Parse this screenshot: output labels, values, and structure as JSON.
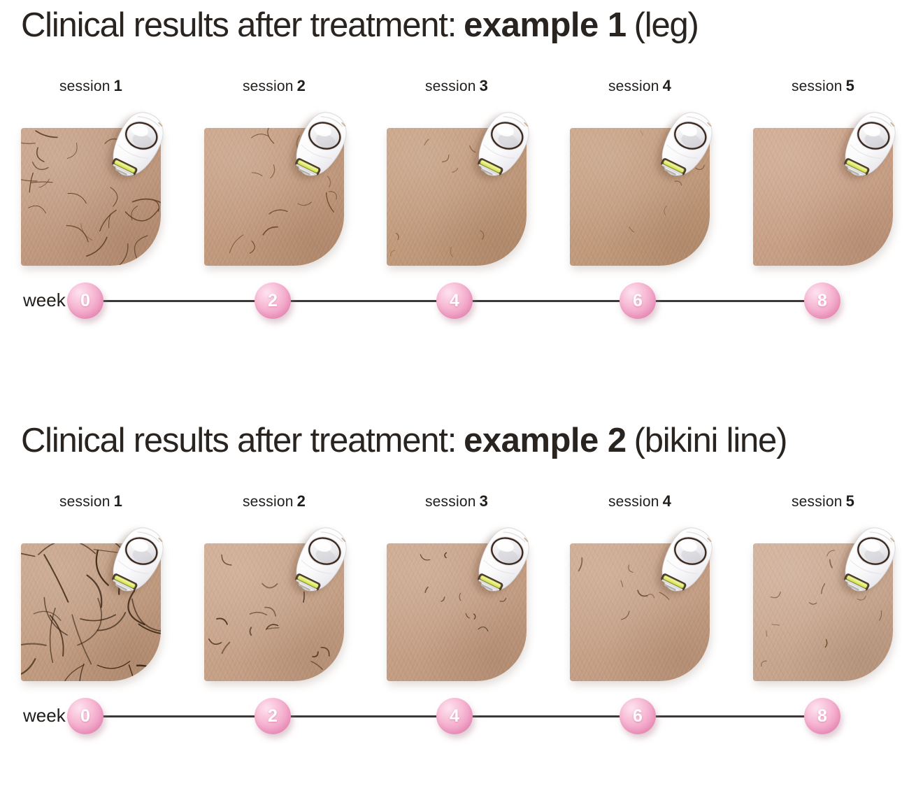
{
  "page": {
    "background": "#ffffff"
  },
  "colors": {
    "text": "#29241f",
    "timeline_line": "#3c3836",
    "ball_base": "#f2a6c9",
    "ball_highlight": "#fde3ef",
    "ball_edge": "#e687b4",
    "ball_number": "#ffffff",
    "device_body": "#ffffff",
    "device_button_ring": "#38251a",
    "device_lamp": "#d8e954",
    "device_lamp_housing": "#53412f"
  },
  "icons": {
    "device": "ipl-handheld-device-icon"
  },
  "sections": [
    {
      "title_prefix": "Clinical results after treatment:",
      "title_bold": "example 1",
      "title_suffix": "(leg)",
      "session_word": "session",
      "week_label": "week",
      "week_ticks": [
        "0",
        "2",
        "4",
        "6",
        "8"
      ],
      "sessions": [
        {
          "number": "1",
          "skin": "#c2977a",
          "hair_color": "#5d3c20",
          "hair_count": 24,
          "hair_min_len": 18,
          "hair_max_len": 48,
          "hair_width": 1.25
        },
        {
          "number": "2",
          "skin": "#c49879",
          "hair_color": "#6b4626",
          "hair_count": 13,
          "hair_min_len": 14,
          "hair_max_len": 34,
          "hair_width": 1.15
        },
        {
          "number": "3",
          "skin": "#c39877",
          "hair_color": "#8a5c38",
          "hair_count": 9,
          "hair_min_len": 7,
          "hair_max_len": 16,
          "hair_width": 1.2
        },
        {
          "number": "4",
          "skin": "#c49978",
          "hair_color": "#8a5c38",
          "hair_count": 7,
          "hair_min_len": 6,
          "hair_max_len": 14,
          "hair_width": 1.1
        },
        {
          "number": "5",
          "skin": "#cb9f82",
          "hair_color": "#8a5c38",
          "hair_count": 0,
          "hair_min_len": 0,
          "hair_max_len": 0,
          "hair_width": 1
        }
      ]
    },
    {
      "title_prefix": "Clinical results after treatment:",
      "title_bold": "example 2",
      "title_suffix": "(bikini line)",
      "session_word": "session",
      "week_label": "week",
      "week_ticks": [
        "0",
        "2",
        "4",
        "6",
        "8"
      ],
      "sessions": [
        {
          "number": "1",
          "skin": "#c39a7c",
          "hair_color": "#33200f",
          "hair_count": 26,
          "hair_min_len": 36,
          "hair_max_len": 85,
          "hair_width": 1.7
        },
        {
          "number": "2",
          "skin": "#c9a184",
          "hair_color": "#3c2713",
          "hair_count": 15,
          "hair_min_len": 10,
          "hair_max_len": 26,
          "hair_width": 1.5
        },
        {
          "number": "3",
          "skin": "#c79d80",
          "hair_color": "#3c2713",
          "hair_count": 9,
          "hair_min_len": 7,
          "hair_max_len": 16,
          "hair_width": 1.5
        },
        {
          "number": "4",
          "skin": "#c89f82",
          "hair_color": "#4a2f18",
          "hair_count": 8,
          "hair_min_len": 9,
          "hair_max_len": 20,
          "hair_width": 1.4
        },
        {
          "number": "5",
          "skin": "#cba68c",
          "hair_color": "#6b4a2b",
          "hair_count": 11,
          "hair_min_len": 7,
          "hair_max_len": 16,
          "hair_width": 1.2
        }
      ]
    }
  ]
}
